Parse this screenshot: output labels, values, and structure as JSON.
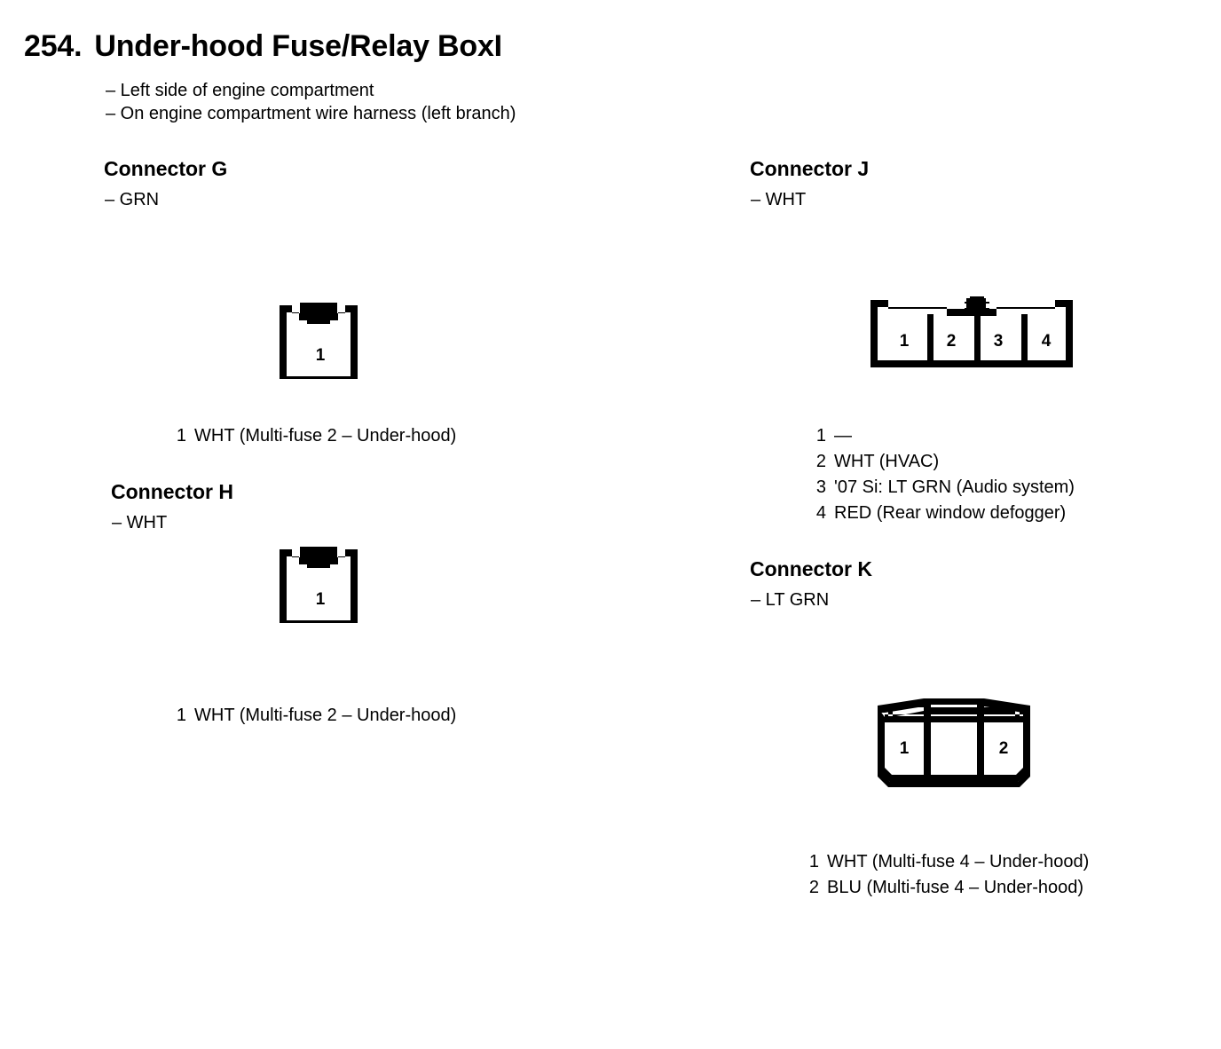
{
  "header": {
    "number": "254.",
    "title": "Under-hood Fuse/Relay BoxI",
    "notes": [
      "– Left side of engine compartment",
      "– On engine compartment wire harness (left branch)"
    ]
  },
  "colors": {
    "ink": "#000000",
    "paper": "#ffffff"
  },
  "connectors": [
    {
      "id": "G",
      "title": "Connector G",
      "color": "– GRN",
      "cavity_labels": [
        "1"
      ],
      "pins": [
        {
          "no": "1",
          "desc": "WHT (Multi-fuse 2 – Under-hood)"
        }
      ]
    },
    {
      "id": "H",
      "title": "Connector H",
      "color": "– WHT",
      "cavity_labels": [
        "1"
      ],
      "pins": [
        {
          "no": "1",
          "desc": "WHT (Multi-fuse 2 – Under-hood)"
        }
      ]
    },
    {
      "id": "J",
      "title": "Connector J",
      "color": "– WHT",
      "cavity_labels": [
        "1",
        "2",
        "3",
        "4"
      ],
      "pins": [
        {
          "no": "1",
          "desc": "—"
        },
        {
          "no": "2",
          "desc": "WHT (HVAC)"
        },
        {
          "no": "3",
          "desc": "'07 Si: LT GRN (Audio system)"
        },
        {
          "no": "4",
          "desc": "RED (Rear window defogger)"
        }
      ]
    },
    {
      "id": "K",
      "title": "Connector K",
      "color": "– LT GRN",
      "cavity_labels": [
        "1",
        "2"
      ],
      "pins": [
        {
          "no": "1",
          "desc": "WHT (Multi-fuse 4 – Under-hood)"
        },
        {
          "no": "2",
          "desc": "BLU (Multi-fuse 4 – Under-hood)"
        }
      ]
    }
  ]
}
